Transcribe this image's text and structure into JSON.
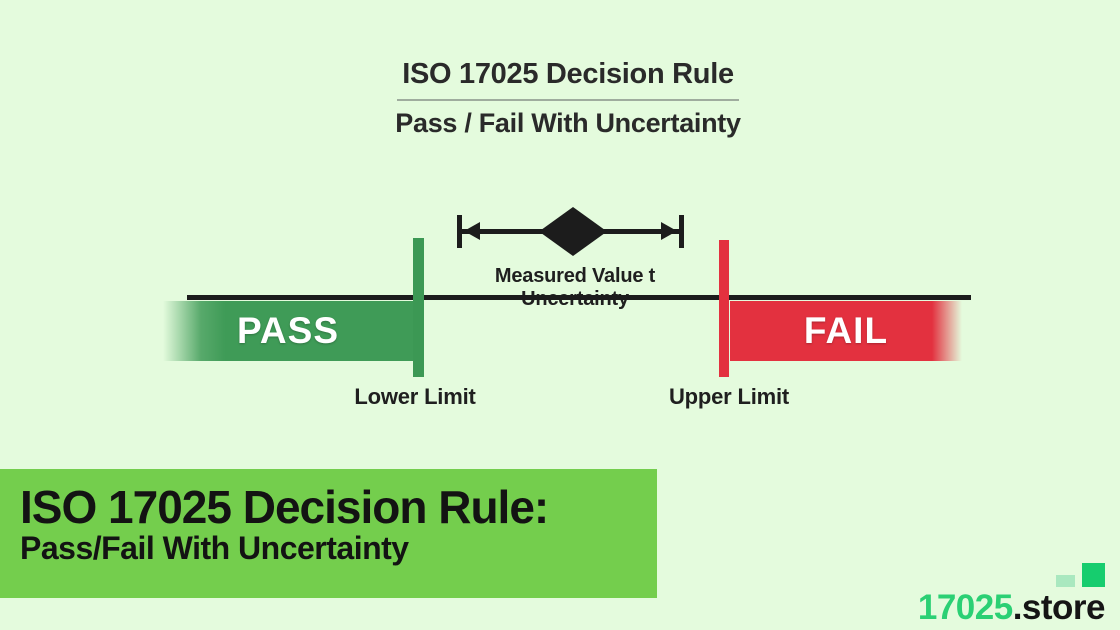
{
  "header": {
    "title": "ISO 17025 Decision Rule",
    "subtitle": "Pass / Fail With Uncertainty"
  },
  "diagram": {
    "measured_value_label": "Measured Value t Uncertainty",
    "pass_label": "PASS",
    "fail_label": "FAIL",
    "lower_limit_label": "Lower Limit",
    "upper_limit_label": "Upper Limit"
  },
  "banner": {
    "title": "ISO 17025 Decision Rule:",
    "subtitle": "Pass/Fail With Uncertainty"
  },
  "logo": {
    "brand_number": "17025",
    "brand_suffix": ".store"
  },
  "colors": {
    "background": "#e4fbdd",
    "pass_green": "#3f9b57",
    "fail_red": "#e3313f",
    "banner_green": "#74ce4d",
    "logo_green": "#2bd074",
    "ink": "#1c1c1c"
  }
}
